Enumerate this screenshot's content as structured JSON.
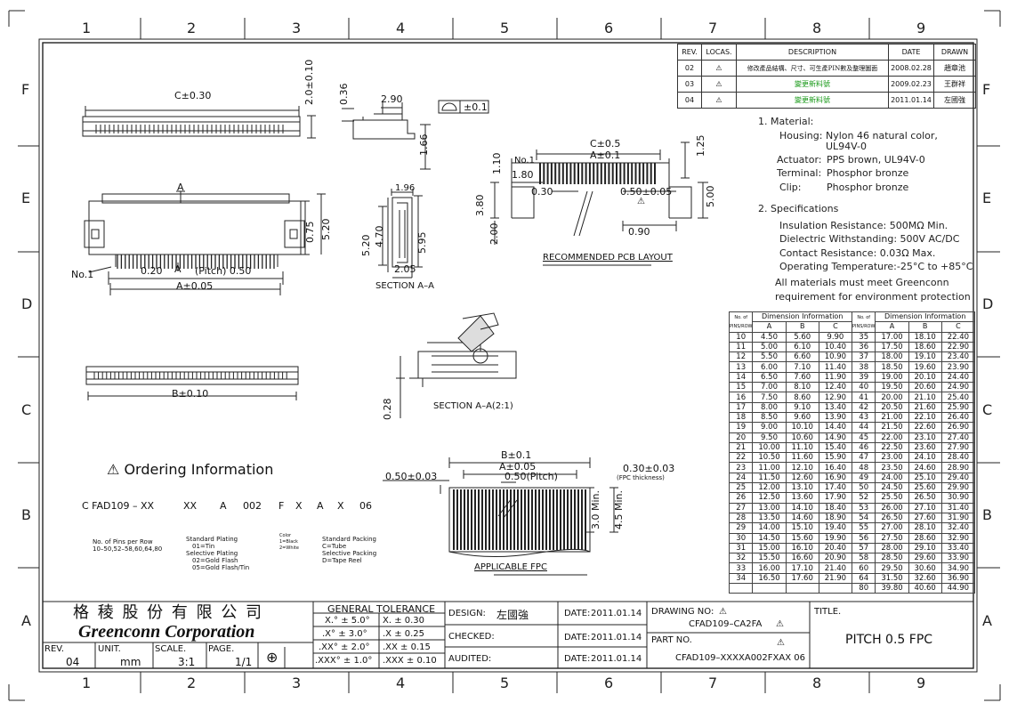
{
  "zones": {
    "cols": [
      "1",
      "2",
      "3",
      "4",
      "5",
      "6",
      "7",
      "8",
      "9"
    ],
    "rows": [
      "F",
      "E",
      "D",
      "C",
      "B",
      "A"
    ]
  },
  "revisions": {
    "headers": [
      "REV.",
      "LOCAS.",
      "DESCRIPTION",
      "DATE",
      "DRAWN"
    ],
    "rows": [
      {
        "rev": "02",
        "loc": "⚠",
        "desc": "修改產品結構、尺寸、可生產PIN數及整理圖面",
        "date": "2008.02.28",
        "drawn": "趙章池"
      },
      {
        "rev": "03",
        "loc": "⚠",
        "desc": "變更新料號",
        "date": "2009.02.23",
        "drawn": "王群祥"
      },
      {
        "rev": "04",
        "loc": "⚠",
        "desc": "變更新料號",
        "date": "2011.01.14",
        "drawn": "左國強"
      }
    ]
  },
  "notes": {
    "material_title": "1.  Material:",
    "housing_label": "Housing:",
    "housing_value": "Nylon 46 natural color,",
    "housing_value2": "UL94V-0",
    "actuator_label": "Actuator:",
    "actuator_value": "PPS brown, UL94V-0",
    "terminal_label": "Terminal:",
    "terminal_value": "Phosphor bronze",
    "clip_label": "Clip:",
    "clip_value": "Phosphor bronze",
    "spec_title": "2.  Specifications",
    "spec1": "Insulation Resistance:   500MΩ  Min.",
    "spec2": "Dielectric Withstanding:   500V AC/DC",
    "spec3": "Contact Resistance:   0.03Ω  Max.",
    "spec4": "Operating Temperature:-25°C  to  +85°C",
    "env1": "All materials must meet Greenconn",
    "env2": "requirement for environment protection"
  },
  "dim_table": {
    "header_group": "Dimension  Information",
    "pins_label": "No. of PINS/ROW",
    "cols": [
      "A",
      "B",
      "C"
    ],
    "left": [
      [
        "10",
        "4.50",
        "5.60",
        "9.90"
      ],
      [
        "11",
        "5.00",
        "6.10",
        "10.40"
      ],
      [
        "12",
        "5.50",
        "6.60",
        "10.90"
      ],
      [
        "13",
        "6.00",
        "7.10",
        "11.40"
      ],
      [
        "14",
        "6.50",
        "7.60",
        "11.90"
      ],
      [
        "15",
        "7.00",
        "8.10",
        "12.40"
      ],
      [
        "16",
        "7.50",
        "8.60",
        "12.90"
      ],
      [
        "17",
        "8.00",
        "9.10",
        "13.40"
      ],
      [
        "18",
        "8.50",
        "9.60",
        "13.90"
      ],
      [
        "19",
        "9.00",
        "10.10",
        "14.40"
      ],
      [
        "20",
        "9.50",
        "10.60",
        "14.90"
      ],
      [
        "21",
        "10.00",
        "11.10",
        "15.40"
      ],
      [
        "22",
        "10.50",
        "11.60",
        "15.90"
      ],
      [
        "23",
        "11.00",
        "12.10",
        "16.40"
      ],
      [
        "24",
        "11.50",
        "12.60",
        "16.90"
      ],
      [
        "25",
        "12.00",
        "13.10",
        "17.40"
      ],
      [
        "26",
        "12.50",
        "13.60",
        "17.90"
      ],
      [
        "27",
        "13.00",
        "14.10",
        "18.40"
      ],
      [
        "28",
        "13.50",
        "14.60",
        "18.90"
      ],
      [
        "29",
        "14.00",
        "15.10",
        "19.40"
      ],
      [
        "30",
        "14.50",
        "15.60",
        "19.90"
      ],
      [
        "31",
        "15.00",
        "16.10",
        "20.40"
      ],
      [
        "32",
        "15.50",
        "16.60",
        "20.90"
      ],
      [
        "33",
        "16.00",
        "17.10",
        "21.40"
      ],
      [
        "34",
        "16.50",
        "17.60",
        "21.90"
      ],
      [
        "",
        "",
        "",
        ""
      ]
    ],
    "right": [
      [
        "35",
        "17.00",
        "18.10",
        "22.40"
      ],
      [
        "36",
        "17.50",
        "18.60",
        "22.90"
      ],
      [
        "37",
        "18.00",
        "19.10",
        "23.40"
      ],
      [
        "38",
        "18.50",
        "19.60",
        "23.90"
      ],
      [
        "39",
        "19.00",
        "20.10",
        "24.40"
      ],
      [
        "40",
        "19.50",
        "20.60",
        "24.90"
      ],
      [
        "41",
        "20.00",
        "21.10",
        "25.40"
      ],
      [
        "42",
        "20.50",
        "21.60",
        "25.90"
      ],
      [
        "43",
        "21.00",
        "22.10",
        "26.40"
      ],
      [
        "44",
        "21.50",
        "22.60",
        "26.90"
      ],
      [
        "45",
        "22.00",
        "23.10",
        "27.40"
      ],
      [
        "46",
        "22.50",
        "23.60",
        "27.90"
      ],
      [
        "47",
        "23.00",
        "24.10",
        "28.40"
      ],
      [
        "48",
        "23.50",
        "24.60",
        "28.90"
      ],
      [
        "49",
        "24.00",
        "25.10",
        "29.40"
      ],
      [
        "50",
        "24.50",
        "25.60",
        "29.90"
      ],
      [
        "52",
        "25.50",
        "26.50",
        "30.90"
      ],
      [
        "53",
        "26.00",
        "27.10",
        "31.40"
      ],
      [
        "54",
        "26.50",
        "27.60",
        "31.90"
      ],
      [
        "55",
        "27.00",
        "28.10",
        "32.40"
      ],
      [
        "56",
        "27.50",
        "28.60",
        "32.90"
      ],
      [
        "57",
        "28.00",
        "29.10",
        "33.40"
      ],
      [
        "58",
        "28.50",
        "29.60",
        "33.90"
      ],
      [
        "60",
        "29.50",
        "30.60",
        "34.90"
      ],
      [
        "64",
        "31.50",
        "32.60",
        "36.90"
      ],
      [
        "80",
        "39.80",
        "40.60",
        "44.90"
      ]
    ]
  },
  "labels": {
    "c_dim": "C±0.30",
    "h_dim": "2.0±0.10",
    "d036": "0.36",
    "d290": "2.90",
    "flat": "±0.1",
    "d166": "1.66",
    "a_mark": "A",
    "d075": "0.75",
    "d520": "5.20",
    "no1": "No.1",
    "d020": "0.20",
    "pitch": "(Pitch) 0.50",
    "a_dim": "A±0.05",
    "d196": "1.96",
    "d520b": "5.20",
    "d470": "4.70",
    "d595": "5.95",
    "d205": "2.05",
    "section_aa": "SECTION  A–A",
    "pcb_c": "C±0.5",
    "pcb_a": "A±0.1",
    "pcb_110": "1.10",
    "pcb_125": "1.25",
    "pcb_no1": "No.1",
    "pcb_180": "1.80",
    "pcb_030": "0.30",
    "pcb_pitch": "0.50±0.05",
    "pcb_380": "3.80",
    "pcb_500": "5.00",
    "pcb_200": "2.00",
    "pcb_090": "0.90",
    "pcb_title": "RECOMMENDED  PCB  LAYOUT",
    "b_dim": "B±0.10",
    "d028": "0.28",
    "section_aa2": "SECTION  A–A(2:1)",
    "ordering_title": "Ordering  Information",
    "code": [
      "C  FAD109  –  XX",
      "XX",
      "A",
      "002",
      "F",
      "X",
      "A",
      "X",
      "06"
    ],
    "ord_pins": "No. of Pins per Row",
    "ord_pins2": "10–50,52–58,60,64,80",
    "ord_plating": "Standard Plating",
    "ord_plating2": "01=Tin",
    "ord_plating3": "Selective Plating",
    "ord_plating4": "02=Gold Flash",
    "ord_plating5": "05=Gold Flash/Tin",
    "ord_color": "Color",
    "ord_color2": "1=Black",
    "ord_color3": "2=White",
    "ord_pack": "Standard Packing",
    "ord_pack2": "C=Tube",
    "ord_pack3": "Selective Packing",
    "ord_pack4": "D=Tape Reel",
    "fpc_b": "B±0.1",
    "fpc_a": "A±0.05",
    "fpc_pitch": "0.50(Pitch)",
    "fpc_left": "0.50±0.03",
    "fpc_thick": "0.30±0.03",
    "fpc_thick2": "(FPC thickness)",
    "fpc_30": "3.0 Min.",
    "fpc_45": "4.5 Min.",
    "fpc_title": "APPLICABLE  FPC"
  },
  "title_block": {
    "company_cn": "格 稜 股 份 有 限 公 司",
    "company_en": "Greenconn Corporation",
    "rev_label": "REV.",
    "rev_value": "04",
    "unit_label": "UNIT.",
    "unit_value": "mm",
    "scale_label": "SCALE.",
    "scale_value": "3:1",
    "page_label": "PAGE.",
    "page_value": "1/1",
    "tol_title": "GENERAL  TOLERANCE",
    "tol": [
      [
        "X.° ± 5.0°",
        "X.    ± 0.30"
      ],
      [
        ".X° ± 3.0°",
        ".X    ± 0.25"
      ],
      [
        ".XX° ± 2.0°",
        ".XX   ± 0.15"
      ],
      [
        ".XXX° ± 1.0°",
        ".XXX  ± 0.10"
      ]
    ],
    "design_label": "DESIGN:",
    "design_value": "左國強",
    "checked_label": "CHECKED:",
    "audited_label": "AUDITED:",
    "date_label": "DATE:",
    "date1": "2011.01.14",
    "date2": "2011.01.14",
    "date3": "2011.01.14",
    "drawing_label": "DRAWING NO:",
    "drawing_value": "CFAD109–CA2FA",
    "part_label": "PART NO.",
    "part_value": "CFAD109–XXXXA002FXAX  06",
    "title_label": "TITLE.",
    "title_value": "PITCH  0.5  FPC"
  }
}
